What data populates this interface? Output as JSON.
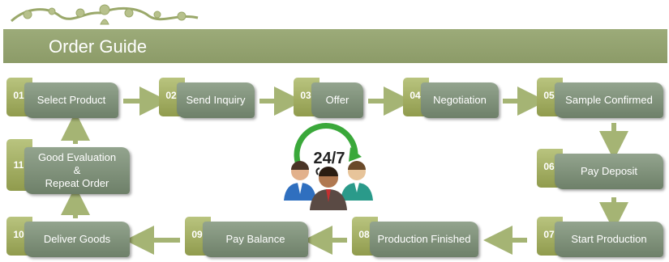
{
  "header": {
    "title": "Order Guide"
  },
  "steps": [
    {
      "num": "01",
      "label": "Select Product"
    },
    {
      "num": "02",
      "label": "Send Inquiry"
    },
    {
      "num": "03",
      "label": "Offer"
    },
    {
      "num": "04",
      "label": "Negotiation"
    },
    {
      "num": "05",
      "label": "Sample Confirmed"
    },
    {
      "num": "06",
      "label": "Pay Deposit"
    },
    {
      "num": "07",
      "label": "Start Production"
    },
    {
      "num": "08",
      "label": "Production Finished"
    },
    {
      "num": "09",
      "label": "Pay Balance"
    },
    {
      "num": "10",
      "label": "Deliver Goods"
    },
    {
      "num": "11",
      "label_lines": [
        "Good Evaluation",
        "&",
        "Repeat Order"
      ]
    }
  ],
  "emblem": {
    "text": "24/7"
  },
  "colors": {
    "title_bar": "#8c9b68",
    "step_box": "#7d8f78",
    "step_tab": "#a5b066",
    "arrow": "#a5b474"
  }
}
